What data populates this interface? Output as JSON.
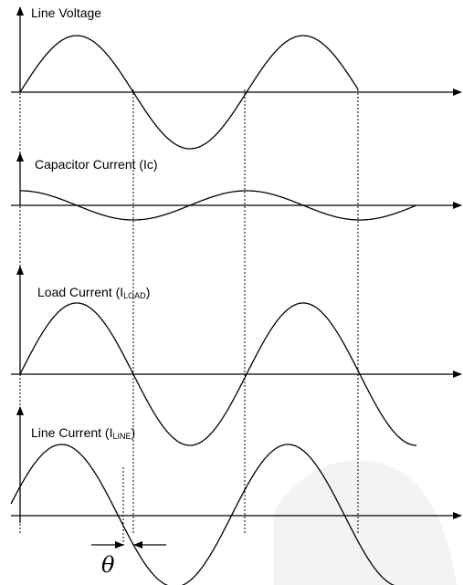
{
  "panels": [
    {
      "label_text": "Line Voltage",
      "label_sub": "",
      "label_suffix": ""
    },
    {
      "label_text": "Capacitor Current (Ic)",
      "label_sub": "",
      "label_suffix": ""
    },
    {
      "label_text": "Load Current (I",
      "label_sub": "LOAD",
      "label_suffix": ")"
    },
    {
      "label_text": "Line Current (I",
      "label_sub": "LINE",
      "label_suffix": ")"
    }
  ],
  "phase_marker": {
    "symbol": "θ"
  },
  "colors": {
    "stroke": "#000000",
    "background": "#ffffff",
    "watermark": "#f2f2f2"
  }
}
